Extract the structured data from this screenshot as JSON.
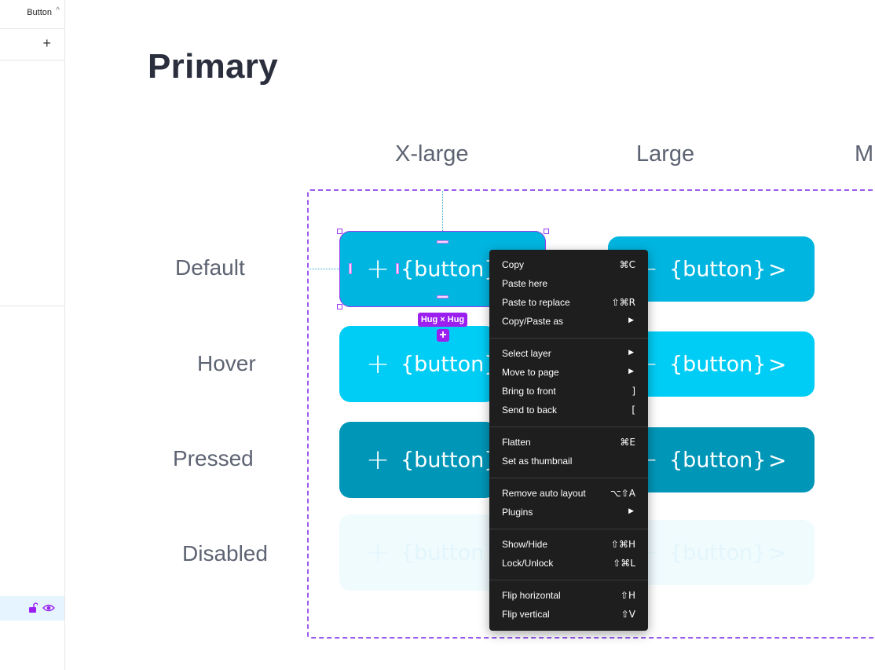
{
  "left_panel": {
    "page_label": "Button",
    "chevron": "^",
    "add_symbol": "+",
    "lock_icon": "lock-open-icon",
    "eye_icon": "eye-icon"
  },
  "canvas": {
    "title": "Primary",
    "columns": [
      "X-large",
      "Large",
      "M"
    ],
    "rows": [
      "Default",
      "Hover",
      "Pressed",
      "Disabled"
    ],
    "button_text": "{button}",
    "plus_glyph": "+",
    "chevron_glyph": ">",
    "hug_label": "Hug × Hug",
    "hug_plus": "+"
  },
  "colors": {
    "default": "#00b5e0",
    "hover": "#00cdf5",
    "pressed": "#0096b8",
    "disabled": "#f0fbfe",
    "selection": "#9b20f0"
  },
  "context_menu": {
    "groups": [
      [
        {
          "label": "Copy",
          "shortcut": "⌘C"
        },
        {
          "label": "Paste here",
          "shortcut": ""
        },
        {
          "label": "Paste to replace",
          "shortcut": "⇧⌘R"
        },
        {
          "label": "Copy/Paste as",
          "submenu": "▶"
        }
      ],
      [
        {
          "label": "Select layer",
          "submenu": "▶"
        },
        {
          "label": "Move to page",
          "submenu": "▶"
        },
        {
          "label": "Bring to front",
          "shortcut": "]"
        },
        {
          "label": "Send to back",
          "shortcut": "["
        }
      ],
      [
        {
          "label": "Flatten",
          "shortcut": "⌘E"
        },
        {
          "label": "Set as thumbnail",
          "shortcut": ""
        }
      ],
      [
        {
          "label": "Remove auto layout",
          "shortcut": "⌥⇧A"
        },
        {
          "label": "Plugins",
          "submenu": "▶"
        }
      ],
      [
        {
          "label": "Show/Hide",
          "shortcut": "⇧⌘H"
        },
        {
          "label": "Lock/Unlock",
          "shortcut": "⇧⌘L"
        }
      ],
      [
        {
          "label": "Flip horizontal",
          "shortcut": "⇧H"
        },
        {
          "label": "Flip vertical",
          "shortcut": "⇧V"
        }
      ]
    ]
  }
}
